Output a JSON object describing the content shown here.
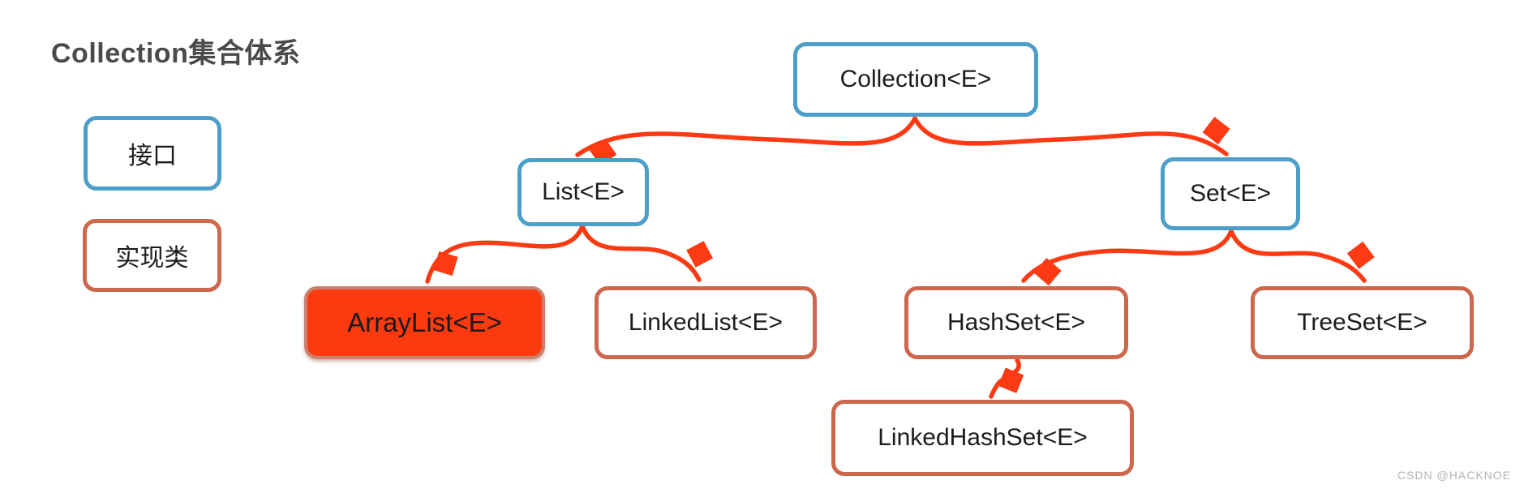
{
  "title": "Collection集合体系",
  "legend": {
    "interface_label": "接口",
    "implementation_label": "实现类"
  },
  "nodes": {
    "collection": "Collection<E>",
    "list": "List<E>",
    "set": "Set<E>",
    "arraylist": "ArrayList<E>",
    "linkedlist": "LinkedList<E>",
    "hashset": "HashSet<E>",
    "treeset": "TreeSet<E>",
    "linkedhashset": "LinkedHashSet<E>"
  },
  "edges": [
    {
      "from": "Collection<E>",
      "to": "List<E>"
    },
    {
      "from": "Collection<E>",
      "to": "Set<E>"
    },
    {
      "from": "List<E>",
      "to": "ArrayList<E>"
    },
    {
      "from": "List<E>",
      "to": "LinkedList<E>"
    },
    {
      "from": "Set<E>",
      "to": "HashSet<E>"
    },
    {
      "from": "Set<E>",
      "to": "TreeSet<E>"
    },
    {
      "from": "HashSet<E>",
      "to": "LinkedHashSet<E>"
    }
  ],
  "colors": {
    "interface_border": "#4d9fca",
    "implementation_border": "#cd674d",
    "highlight_fill": "#fb3a0f",
    "highlight_border": "#c9826e",
    "arrow": "#fc3a14",
    "title_text": "#4a4a4a",
    "watermark_text": "#b3b3b3"
  },
  "watermark": "CSDN @HACKNOE"
}
